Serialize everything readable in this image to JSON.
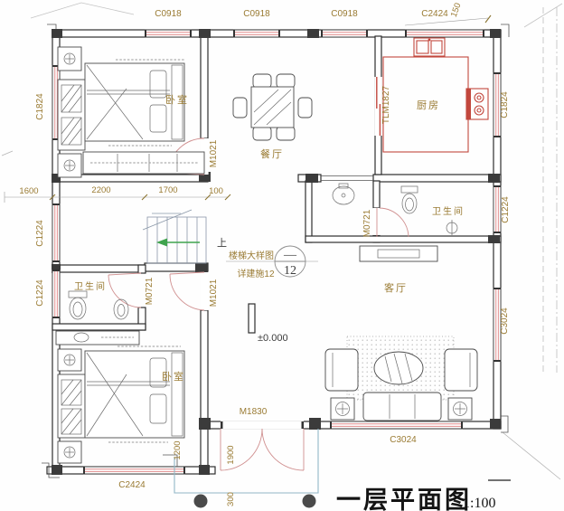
{
  "drawing": {
    "title": "一层平面图",
    "scale": "1:100",
    "level_mark": "±0.000",
    "stair": {
      "up": "上",
      "note_line1": "楼梯大样图",
      "note_line2": "详建施12",
      "detail_bubble_dash": "—",
      "detail_bubble_number": "12"
    },
    "rooms": {
      "bedroom_top": "卧室",
      "bedroom_bottom": "卧室",
      "dining": "餐厅",
      "kitchen": "厨房",
      "bath_middle": "卫生间",
      "bath_left": "卫生间",
      "living": "客厅"
    },
    "doors": {
      "bedroom_top": "M1021",
      "bedroom_bottom": "M1021",
      "bath_middle": "M0721",
      "bath_left": "M0721",
      "kitchen_sliding": "TLM1827",
      "entry_double": "M1830"
    },
    "windows": {
      "top_1": "C0918",
      "top_2": "C0918",
      "top_3": "C0918",
      "top_4": "C2424",
      "left_1": "C1824",
      "left_2": "C1224",
      "left_3": "C1224",
      "right_1": "C1824",
      "right_2": "C1224",
      "right_3": "C3024",
      "bottom_bedroom": "C2424",
      "bottom_living": "C3024"
    },
    "dimensions": {
      "d1600": "1600",
      "d2200": "2200",
      "d1700": "1700",
      "d100": "100",
      "d150": "150",
      "d1200": "1200",
      "d1900": "1900",
      "d300": "300"
    },
    "colors": {
      "wall": "#3b3b3b",
      "label_olive": "#9a7b33",
      "fixture_red": "#c2473d",
      "window_red": "#e49a9a",
      "porch_blue": "#92b7c7",
      "stair_green": "#3fa34d"
    }
  }
}
